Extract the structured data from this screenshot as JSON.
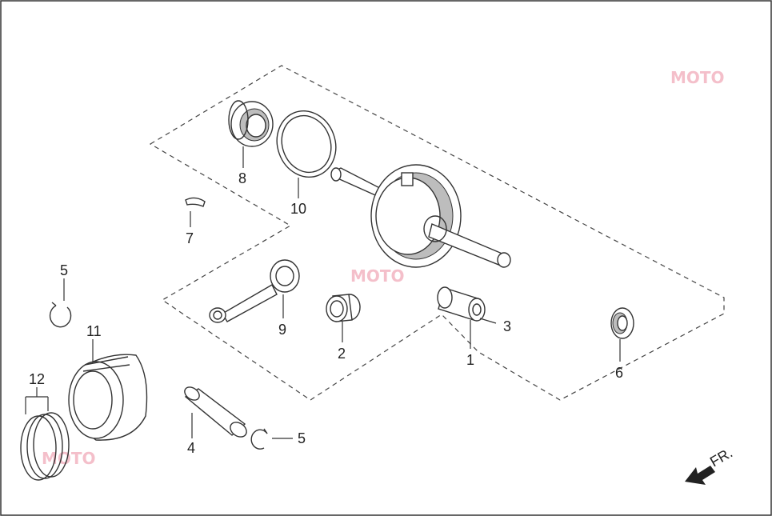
{
  "diagram": {
    "callouts": [
      {
        "id": "c1",
        "label": "1"
      },
      {
        "id": "c2",
        "label": "2"
      },
      {
        "id": "c3",
        "label": "3"
      },
      {
        "id": "c4",
        "label": "4"
      },
      {
        "id": "c5a",
        "label": "5"
      },
      {
        "id": "c5b",
        "label": "5"
      },
      {
        "id": "c6",
        "label": "6"
      },
      {
        "id": "c7",
        "label": "7"
      },
      {
        "id": "c8",
        "label": "8"
      },
      {
        "id": "c9",
        "label": "9"
      },
      {
        "id": "c10",
        "label": "10"
      },
      {
        "id": "c11",
        "label": "11"
      },
      {
        "id": "c12",
        "label": "12"
      }
    ],
    "direction_label": "FR.",
    "colors": {
      "line": "#333333",
      "watermark": "#e04b6a",
      "background": "#ffffff"
    }
  }
}
